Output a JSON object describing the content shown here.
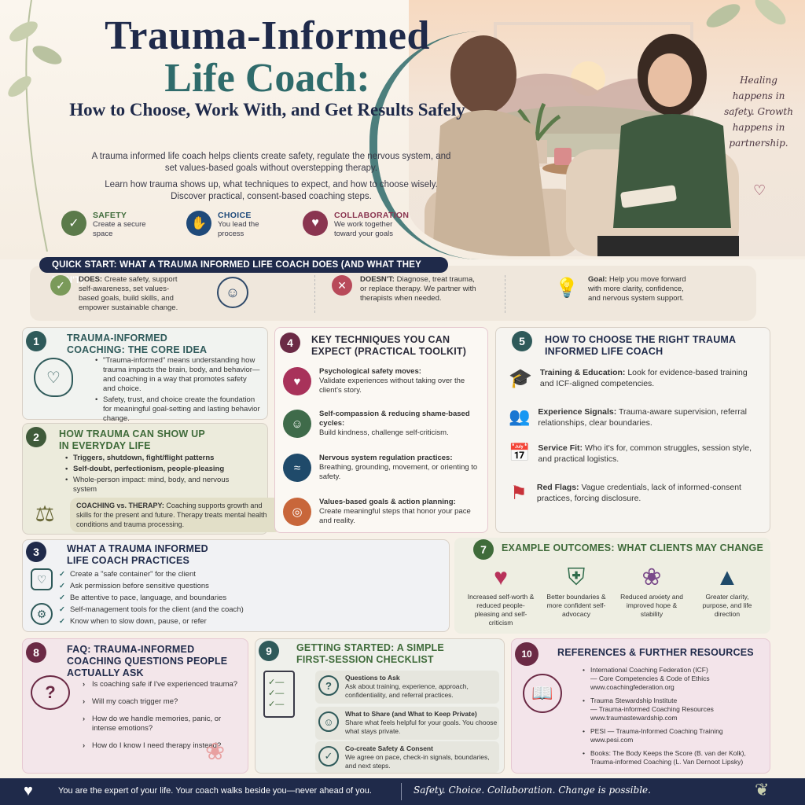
{
  "header": {
    "title_line1": "Trauma-Informed",
    "title_line2": "Life Coach:",
    "subtitle": "How to Choose, Work With, and Get Results Safely",
    "intro1": "A trauma informed life coach helps clients create safety, regulate the nervous system, and set values-based goals without overstepping therapy.",
    "intro2": "Learn how trauma shows up, what techniques to expect, and how to choose wisely. Discover practical, consent-based coaching steps.",
    "quote": "Healing happens in safety. Growth happens in partnership.",
    "pillars": [
      {
        "title": "SAFETY",
        "text": "Create a secure space",
        "icon": "shield-check-icon",
        "color": "#5b7a4a"
      },
      {
        "title": "CHOICE",
        "text": "You lead the process",
        "icon": "hand-icon",
        "color": "#1f4a7a"
      },
      {
        "title": "COLLABORATION",
        "text": "We work together toward your goals",
        "icon": "heart-icon",
        "color": "#8a3550"
      }
    ]
  },
  "quick_start": {
    "title": "QUICK START: WHAT A TRAUMA INFORMED LIFE COACH DOES (AND WHAT THEY DON'T)",
    "does_label": "DOES:",
    "does_text": "Create safety, support self-awareness, set values-based goals, build skills, and empower sustainable change.",
    "doesnt_label": "DOESN'T:",
    "doesnt_text": "Diagnose, treat trauma, or replace therapy. We partner with therapists when needed.",
    "goal_label": "Goal:",
    "goal_text": "Help you move forward with more clarity, confidence, and nervous system support."
  },
  "s1": {
    "num": "1",
    "title": "TRAUMA-INFORMED COACHING: THE CORE IDEA",
    "bullets": [
      "\"Trauma-informed\" means understanding how trauma impacts the brain, body, and behavior—and coaching in a way that promotes safety and choice.",
      "Safety, trust, and choice create the foundation for meaningful goal-setting and lasting behavior change."
    ]
  },
  "s2": {
    "num": "2",
    "title": "HOW TRAUMA CAN SHOW UP IN EVERYDAY LIFE",
    "bullets": [
      "Triggers, shutdown, fight/flight patterns",
      "Self-doubt, perfectionism, people-pleasing",
      "Whole-person impact: mind, body, and nervous system"
    ],
    "note_label": "COACHING vs. THERAPY:",
    "note_text": "Coaching supports growth and skills for the present and future. Therapy treats mental health conditions and trauma processing."
  },
  "s3": {
    "num": "3",
    "title": "WHAT A TRAUMA INFORMED LIFE COACH PRACTICES",
    "items": [
      "Create a \"safe container\" for the client",
      "Ask permission before sensitive questions",
      "Be attentive to pace, language, and boundaries",
      "Self-management tools for the client (and the coach)",
      "Know when to slow down, pause, or refer"
    ]
  },
  "s4": {
    "num": "4",
    "title": "KEY TECHNIQUES YOU CAN EXPECT (PRACTICAL TOOLKIT)",
    "items": [
      {
        "title": "Psychological safety moves:",
        "text": "Validate experiences without taking over the client's story.",
        "icon": "heart-icon",
        "color": "#a8325a"
      },
      {
        "title": "Self-compassion & reducing shame-based cycles:",
        "text": "Build kindness, challenge self-criticism.",
        "icon": "person-heart-icon",
        "color": "#3f6b4a"
      },
      {
        "title": "Nervous system regulation practices:",
        "text": "Breathing, grounding, movement, or orienting to safety.",
        "icon": "waves-icon",
        "color": "#1f4a6a"
      },
      {
        "title": "Values-based goals & action planning:",
        "text": "Create meaningful steps that honor your pace and reality.",
        "icon": "target-icon",
        "color": "#c8663a"
      }
    ]
  },
  "s5": {
    "num": "5",
    "title": "HOW TO CHOOSE THE RIGHT TRAUMA INFORMED LIFE COACH",
    "items": [
      {
        "title": "Training & Education:",
        "text": "Look for evidence-based training and ICF-aligned competencies.",
        "icon": "graduation-cap-icon"
      },
      {
        "title": "Experience Signals:",
        "text": "Trauma-aware supervision, referral relationships, clear boundaries.",
        "icon": "people-icon"
      },
      {
        "title": "Service Fit:",
        "text": "Who it's for, common struggles, session style, and practical logistics.",
        "icon": "calendar-icon"
      },
      {
        "title": "Red Flags:",
        "text": "Vague credentials, lack of informed-consent practices, forcing disclosure.",
        "icon": "red-flag-icon"
      }
    ]
  },
  "s7": {
    "num": "7",
    "title": "EXAMPLE OUTCOMES: WHAT CLIENTS MAY CHANGE",
    "items": [
      {
        "text": "Increased self-worth & reduced people-pleasing and self-criticism",
        "icon": "heart-icon",
        "color": "#b8325a"
      },
      {
        "text": "Better boundaries & more confident self-advocacy",
        "icon": "shield-icon",
        "color": "#2f6b4a"
      },
      {
        "text": "Reduced anxiety and improved hope & stability",
        "icon": "lotus-icon",
        "color": "#7a4a8a"
      },
      {
        "text": "Greater clarity, purpose, and life direction",
        "icon": "mountain-flag-icon",
        "color": "#1f4a6a"
      }
    ]
  },
  "s8": {
    "num": "8",
    "title": "FAQ: TRAUMA-INFORMED COACHING QUESTIONS PEOPLE ACTUALLY ASK",
    "items": [
      "Is coaching safe if I've experienced trauma?",
      "Will my coach trigger me?",
      "How do we handle memories, panic, or intense emotions?",
      "How do I know I need therapy instead?"
    ]
  },
  "s9": {
    "num": "9",
    "title": "GETTING STARTED: A SIMPLE FIRST-SESSION CHECKLIST",
    "items": [
      {
        "title": "Questions to Ask",
        "text": "Ask about training, experience, approach, confidentiality, and referral practices.",
        "icon": "question-icon"
      },
      {
        "title": "What to Share (and What to Keep Private)",
        "text": "Share what feels helpful for your goals. You choose what stays private.",
        "icon": "person-icon"
      },
      {
        "title": "Co-create Safety & Consent",
        "text": "We agree on pace, check-in signals, boundaries, and next steps.",
        "icon": "shield-check-icon"
      }
    ]
  },
  "s10": {
    "num": "10",
    "title": "REFERENCES & FURTHER RESOURCES",
    "items": [
      {
        "name": "International Coaching Federation (ICF)",
        "detail": "— Core Competencies & Code of Ethics",
        "url": "www.coachingfederation.org"
      },
      {
        "name": "Trauma Stewardship Institute",
        "detail": "— Trauma-informed Coaching Resources",
        "url": "www.traumastewardship.com"
      },
      {
        "name": "PESI — Trauma-Informed Coaching Training",
        "detail": "",
        "url": "www.pesi.com"
      },
      {
        "name": "Books: The Body Keeps the Score (B. van der Kolk),",
        "detail": "Trauma-informed Coaching (L. Van Dernoot Lipsky)",
        "url": ""
      }
    ]
  },
  "footer": {
    "left": "You are the expert of your life. Your coach walks beside you—never ahead of you.",
    "right": "Safety. Choice. Collaboration. Change is possible."
  }
}
